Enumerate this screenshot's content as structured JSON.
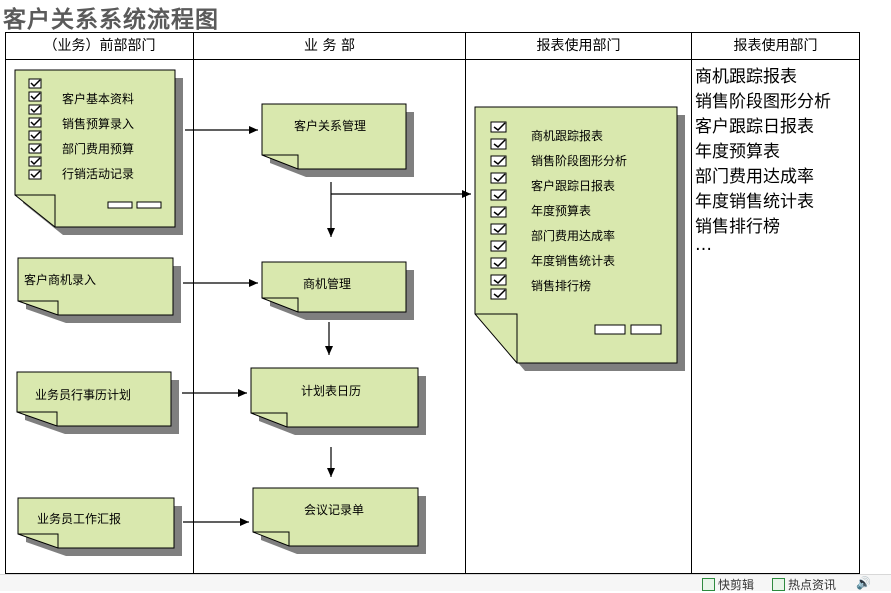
{
  "title": "客户关系系统流程图",
  "columns": [
    "（业务）前部部门",
    "业 务 部",
    "报表使用部门",
    "报表使用部门"
  ],
  "front_docs": {
    "profile_items": [
      "客户基本资料",
      "销售预算录入",
      "部门费用预算",
      "行销活动记录"
    ],
    "opportunity_entry": "客户商机录入",
    "schedule_plan": "业务员行事历计划",
    "work_report": "业务员工作汇报"
  },
  "business_docs": [
    "客户关系管理",
    "商机管理",
    "计划表日历",
    "会议记录单"
  ],
  "report_items": [
    "商机跟踪报表",
    "销售阶段图形分析",
    "客户跟踪日报表",
    "年度预算表",
    "部门费用达成率",
    "年度销售统计表",
    "销售排行榜"
  ],
  "report_list": [
    "商机跟踪报表",
    "销售阶段图形分析",
    "客户跟踪日报表",
    "年度预算表",
    "部门费用达成率",
    "年度销售统计表",
    "销售排行榜",
    "…"
  ],
  "colors": {
    "doc_fill": "#d9e8ae",
    "shadow": "#7f7f7f",
    "line": "#000000"
  },
  "status_bar": {
    "left_label": "快剪辑",
    "right_label": "热点资讯"
  }
}
